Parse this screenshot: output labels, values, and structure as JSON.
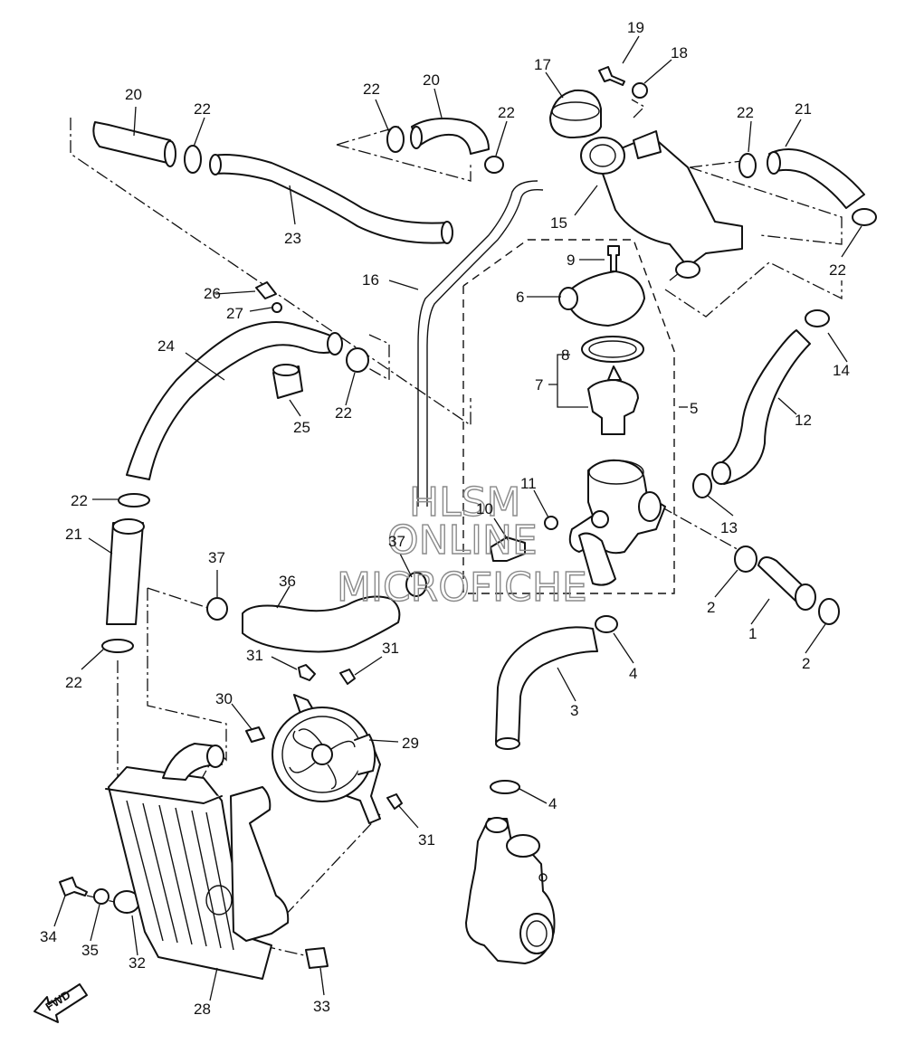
{
  "watermark": {
    "line1": "HLSM",
    "line2": "ONLINE",
    "line3": "MICROFICHE"
  },
  "direction_badge": "FWD",
  "callouts": {
    "c1": "1",
    "c2a": "2",
    "c2b": "2",
    "c3": "3",
    "c4a": "4",
    "c4b": "4",
    "c5": "5",
    "c6": "6",
    "c7": "7",
    "c8": "8",
    "c9": "9",
    "c10": "10",
    "c11": "11",
    "c12": "12",
    "c13": "13",
    "c14": "14",
    "c15": "15",
    "c16": "16",
    "c17": "17",
    "c18": "18",
    "c19": "19",
    "c20a": "20",
    "c20b": "20",
    "c21a": "21",
    "c21b": "21",
    "c22a": "22",
    "c22b": "22",
    "c22c": "22",
    "c22d": "22",
    "c22e": "22",
    "c22f": "22",
    "c22g": "22",
    "c22h": "22",
    "c23": "23",
    "c24": "24",
    "c25": "25",
    "c26": "26",
    "c27": "27",
    "c28": "28",
    "c29": "29",
    "c30": "30",
    "c31a": "31",
    "c31b": "31",
    "c31c": "31",
    "c32": "32",
    "c33": "33",
    "c34": "34",
    "c35": "35",
    "c36": "36",
    "c37a": "37",
    "c37b": "37"
  }
}
